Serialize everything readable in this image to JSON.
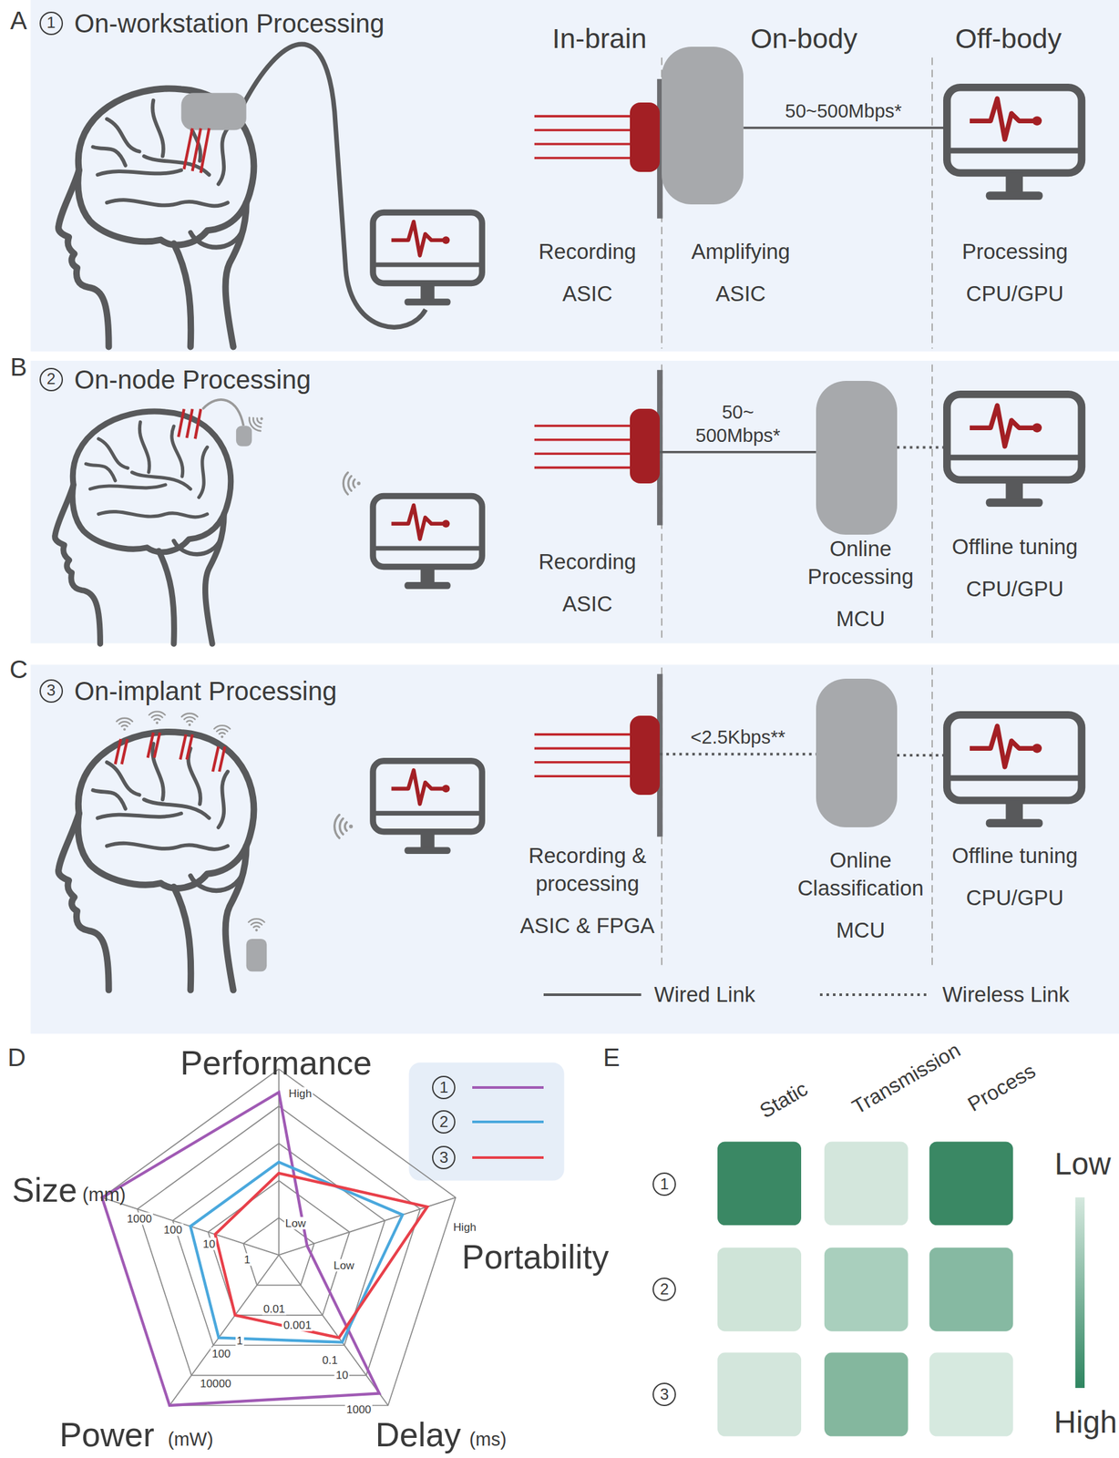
{
  "diagram": {
    "nodes": [
      {
        "text": [
          "On-workstation Processing"
        ]
      },
      {
        "text": [
          "Recording",
          "ASIC"
        ],
        "in": 0
      },
      {
        "text": [
          "Amplifying",
          "ASIC"
        ],
        "in": 0
      },
      {
        "text": [
          "Processing",
          "CPU/GPU"
        ],
        "in": 0
      },
      {
        "text": [
          "On-node Processing"
        ]
      },
      {
        "text": [
          "Recording",
          "ASIC"
        ],
        "in": 4
      },
      {
        "text": [
          "Online Processing",
          "MCU"
        ],
        "in": 4
      },
      {
        "text": [
          "Offline tuning",
          "CPU/GPU"
        ],
        "in": 4
      },
      {
        "text": [
          "On-implant Processing"
        ]
      },
      {
        "text": [
          "Recording & processing",
          "ASIC & FPGA"
        ],
        "in": 8
      },
      {
        "text": [
          "Online Classification",
          "MCU"
        ],
        "in": 8
      },
      {
        "text": [
          "Offline tuning",
          "CPU/GPU"
        ],
        "in": 8
      }
    ],
    "edges": [
      {
        "from": 2,
        "to": 3,
        "label": "50~500Mbps*",
        "arrow": "none"
      },
      {
        "from": 5,
        "to": 6,
        "label": "50~ 500Mbps*",
        "arrow": "none"
      },
      {
        "from": 6,
        "to": 7,
        "arrow": "none"
      },
      {
        "from": 9,
        "to": 10,
        "label": "<2.5Kbps**",
        "arrow": "none"
      },
      {
        "from": 10,
        "to": 11,
        "arrow": "none"
      }
    ],
    "labels": [
      "A",
      "1",
      "In-brain",
      "On-body",
      "Off-body",
      "B",
      "2",
      "C",
      "3",
      "D",
      "Performance",
      "High",
      "Low",
      "Size",
      "(mm)",
      "1000",
      "100",
      "10",
      "1",
      "Portability",
      "High",
      "Low",
      "Power",
      "(mW)",
      "10000",
      "100",
      "1",
      "0.01",
      "Delay",
      "(ms)",
      "1000",
      "10",
      "0.1",
      "0.001",
      "E",
      "Static",
      "Transmission",
      "Process",
      "1",
      "2",
      "3",
      "Low",
      "High"
    ],
    "legend": [
      {
        "text": "Wired Link"
      },
      {
        "text": "Wireless Link"
      },
      {
        "text": "1"
      },
      {
        "text": "2"
      },
      {
        "text": "3"
      }
    ]
  }
}
